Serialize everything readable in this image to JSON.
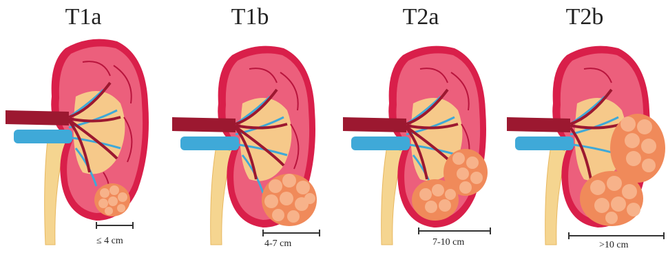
{
  "stages": [
    {
      "title": "T1a",
      "size": "≤ 4 cm"
    },
    {
      "title": "T1b",
      "size": "4-7 cm"
    },
    {
      "title": "T2a",
      "size": "7-10 cm"
    },
    {
      "title": "T2b",
      "size": ">10 cm"
    }
  ],
  "colors": {
    "kidney_outer": "#d91f4a",
    "kidney_lobe": "#ec5f7c",
    "pelvis": "#f6c98a",
    "artery": "#9c1830",
    "vein": "#3fa9d8",
    "ureter": "#f5d590",
    "tumor": "#f08a5a",
    "tumor_nodule": "#f7b28a"
  }
}
